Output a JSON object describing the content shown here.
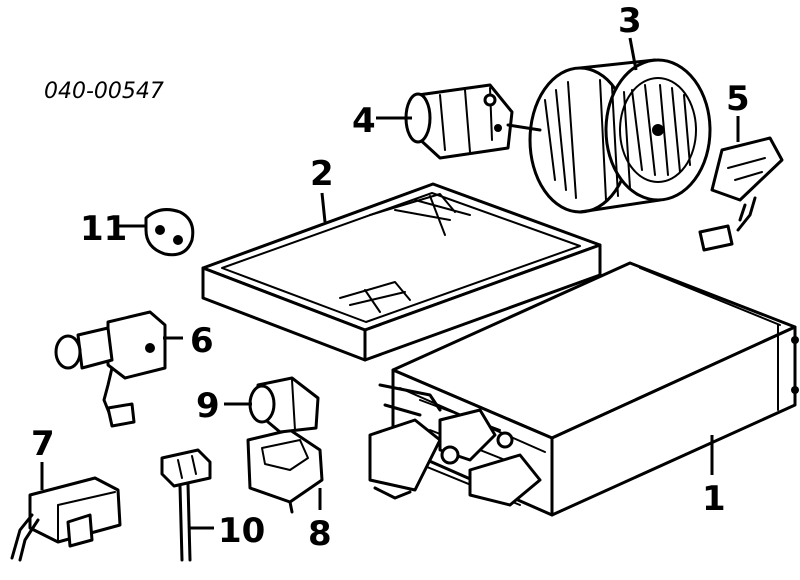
{
  "diagram": {
    "part_code": "040-00547",
    "callouts": [
      "1",
      "2",
      "3",
      "4",
      "5",
      "6",
      "7",
      "8",
      "9",
      "10",
      "11"
    ]
  }
}
